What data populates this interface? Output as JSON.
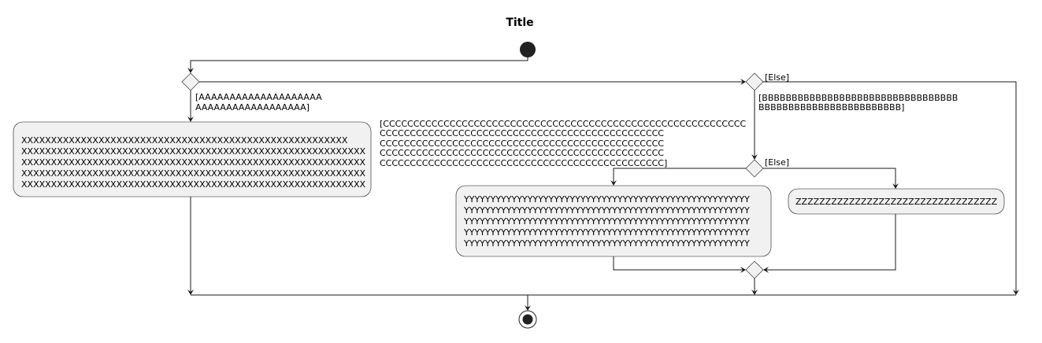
{
  "title": "Title",
  "if1": {
    "guard_lines": [
      "[AAAAAAAAAAAAAAAAAAAA",
      "AAAAAAAAAAAAAAAAAA]"
    ],
    "action_lines": [
      "XXXXXXXXXXXXXXXXXXXXXXXXXXXXXXXXXXXXXXXXXXXXXXXXXXXXXXX",
      "XXXXXXXXXXXXXXXXXXXXXXXXXXXXXXXXXXXXXXXXXXXXXXXXXXXXXXXXXX",
      "XXXXXXXXXXXXXXXXXXXXXXXXXXXXXXXXXXXXXXXXXXXXXXXXXXXXXXXXXX",
      "XXXXXXXXXXXXXXXXXXXXXXXXXXXXXXXXXXXXXXXXXXXXXXXXXXXXXXXXXX",
      "XXXXXXXXXXXXXXXXXXXXXXXXXXXXXXXXXXXXXXXXXXXXXXXXXXXXXXXXXX"
    ]
  },
  "if2": {
    "else_label": "[Else]",
    "guard_lines": [
      "[BBBBBBBBBBBBBBBBBBBBBBBBBBBBBBBBB",
      "BBBBBBBBBBBBBBBBBBBBBBBB]"
    ]
  },
  "if3": {
    "else_label": "[Else]",
    "guard_lines": [
      "[CCCCCCCCCCCCCCCCCCCCCCCCCCCCCCCCCCCCCCCCCCCCCCCCCCCCCCCCCCCC",
      "CCCCCCCCCCCCCCCCCCCCCCCCCCCCCCCCCCCCCCCCCCCCCCC",
      "CCCCCCCCCCCCCCCCCCCCCCCCCCCCCCCCCCCCCCCCCCCCCCC",
      "CCCCCCCCCCCCCCCCCCCCCCCCCCCCCCCCCCCCCCCCCCCCCCC",
      "CCCCCCCCCCCCCCCCCCCCCCCCCCCCCCCCCCCCCCCCCCCCCCC]"
    ],
    "action_y_lines": [
      "YYYYYYYYYYYYYYYYYYYYYYYYYYYYYYYYYYYYYYYYYYYYYYYYYYYYYY",
      "YYYYYYYYYYYYYYYYYYYYYYYYYYYYYYYYYYYYYYYYYYYYYYYYYYYYYY",
      "YYYYYYYYYYYYYYYYYYYYYYYYYYYYYYYYYYYYYYYYYYYYYYYYYYYYYY",
      "YYYYYYYYYYYYYYYYYYYYYYYYYYYYYYYYYYYYYYYYYYYYYYYYYYYYYY",
      "YYYYYYYYYYYYYYYYYYYYYYYYYYYYYYYYYYYYYYYYYYYYYYYYYYYYYY"
    ],
    "action_z": "ZZZZZZZZZZZZZZZZZZZZZZZZZZZZZZZZZZ"
  }
}
